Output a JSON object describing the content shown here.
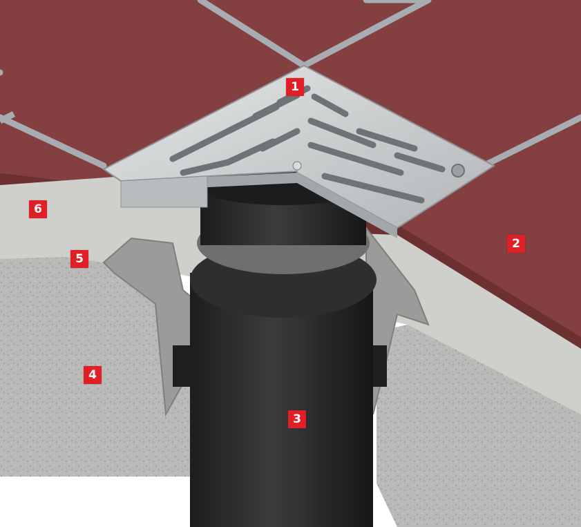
{
  "figure": {
    "callouts": [
      {
        "id": "1",
        "label": "1",
        "part": "grating"
      },
      {
        "id": "2",
        "label": "2",
        "part": "tile"
      },
      {
        "id": "3",
        "label": "3",
        "part": "pipe"
      },
      {
        "id": "4",
        "label": "4",
        "part": "concrete-slab"
      },
      {
        "id": "5",
        "label": "5",
        "part": "flange"
      },
      {
        "id": "6",
        "label": "6",
        "part": "screed"
      }
    ]
  },
  "colors": {
    "callout_red": "#e02026",
    "tile": "#844040",
    "tile_shadow": "#6d3030",
    "grout": "#a8adb1",
    "screed": "#cfd0cb",
    "concrete": "#b8b8b6",
    "body_gray": "#9b9c99",
    "steel": "#c9cccd",
    "pipe": "#262829"
  }
}
